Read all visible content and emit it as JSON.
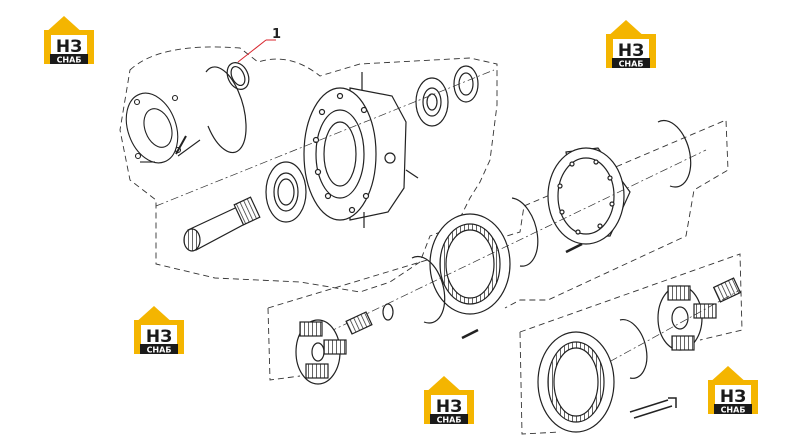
{
  "callout": {
    "number": "1"
  },
  "logo": {
    "top_text": "НЗ",
    "bottom_text": "СНАБ"
  },
  "colors": {
    "logo_yellow": "#f4b500",
    "logo_black": "#1a1a1a",
    "logo_white": "#ffffff",
    "line": "#222222",
    "callout_red": "#d8262e"
  }
}
